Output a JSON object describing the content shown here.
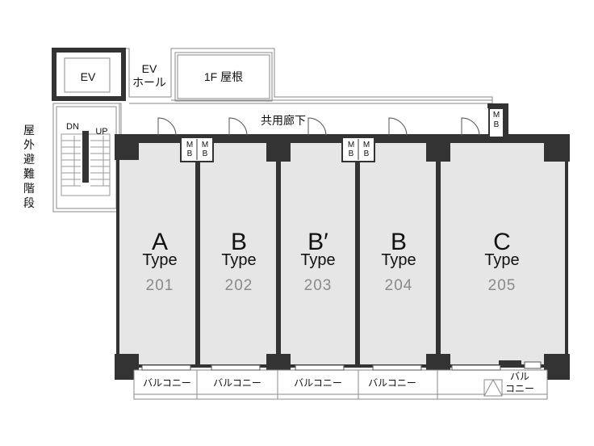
{
  "labels": {
    "ev": "EV",
    "ev_hall_1": "EV",
    "ev_hall_2": "ホール",
    "roof": "1F 屋根",
    "corridor": "共用廊下",
    "dn": "DN",
    "up": "UP",
    "escape_stairs": "屋外避難階段",
    "mb_m": "M",
    "mb_b": "B"
  },
  "units": [
    {
      "type": "A",
      "word": "Type",
      "number": "201",
      "balcony": "バルコニー"
    },
    {
      "type": "B",
      "word": "Type",
      "number": "202",
      "balcony": "バルコニー"
    },
    {
      "type": "B′",
      "word": "Type",
      "number": "203",
      "balcony": "バルコニー"
    },
    {
      "type": "B",
      "word": "Type",
      "number": "204",
      "balcony": "バルコニー"
    },
    {
      "type": "C",
      "word": "Type",
      "number": "205",
      "balcony_1": "バル",
      "balcony_2": "コニー"
    }
  ],
  "colors": {
    "room_fill": "#e6e6e6",
    "wall": "#333333",
    "line": "#888888"
  }
}
